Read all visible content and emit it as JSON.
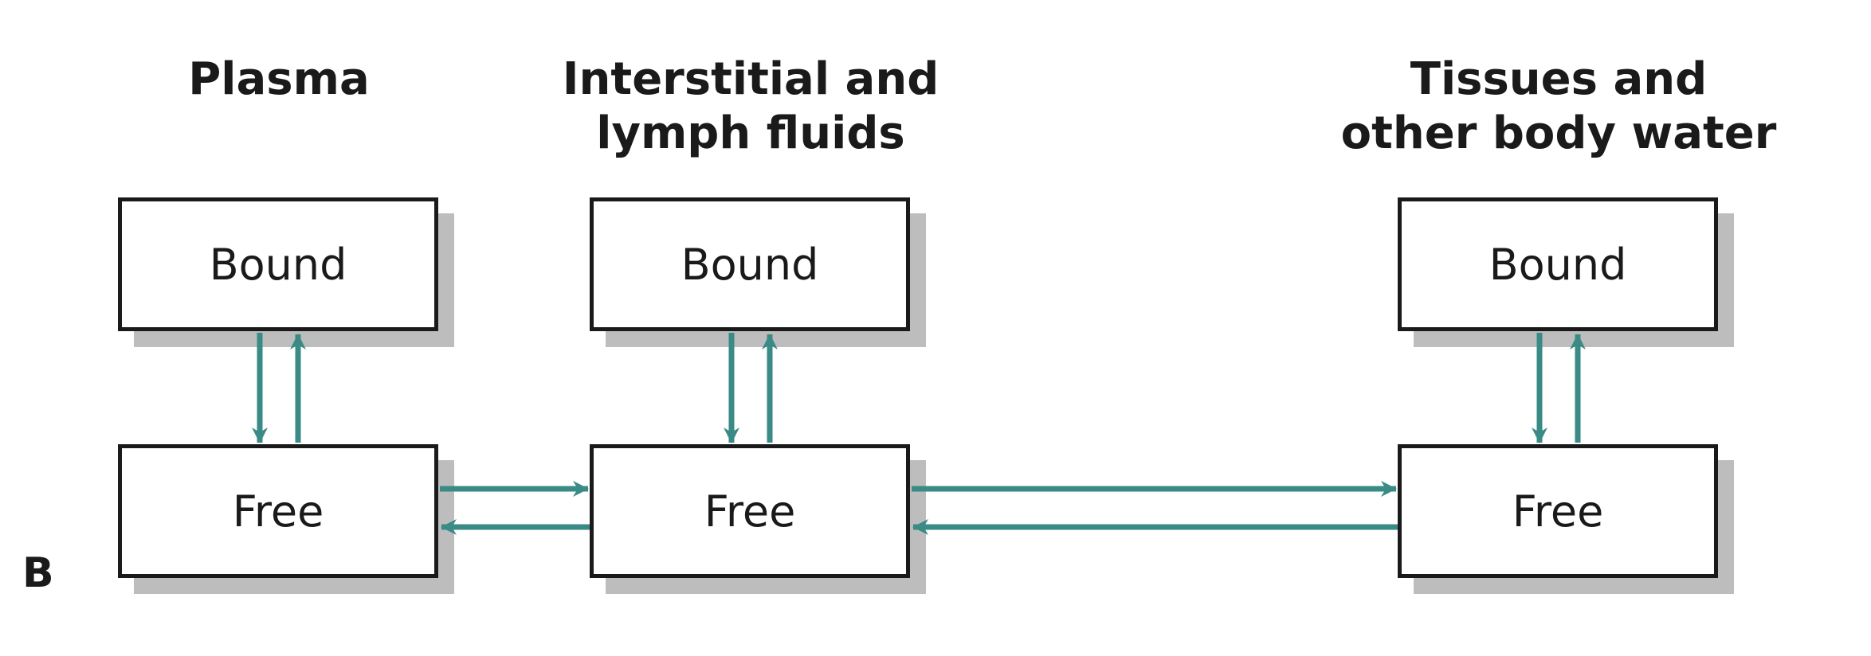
{
  "panel_label": "B",
  "compartments": [
    {
      "heading_lines": [
        "Plasma"
      ],
      "bound": "Bound",
      "free": "Free"
    },
    {
      "heading_lines": [
        "Interstitial and",
        "lymph fluids"
      ],
      "bound": "Bound",
      "free": "Free"
    },
    {
      "heading_lines": [
        "Tissues and",
        "other body water"
      ],
      "bound": "Bound",
      "free": "Free"
    }
  ],
  "colors": {
    "arrow": "#3a8a86",
    "box_border": "#1a1a1a",
    "box_shadow": "#bdbdbd"
  }
}
